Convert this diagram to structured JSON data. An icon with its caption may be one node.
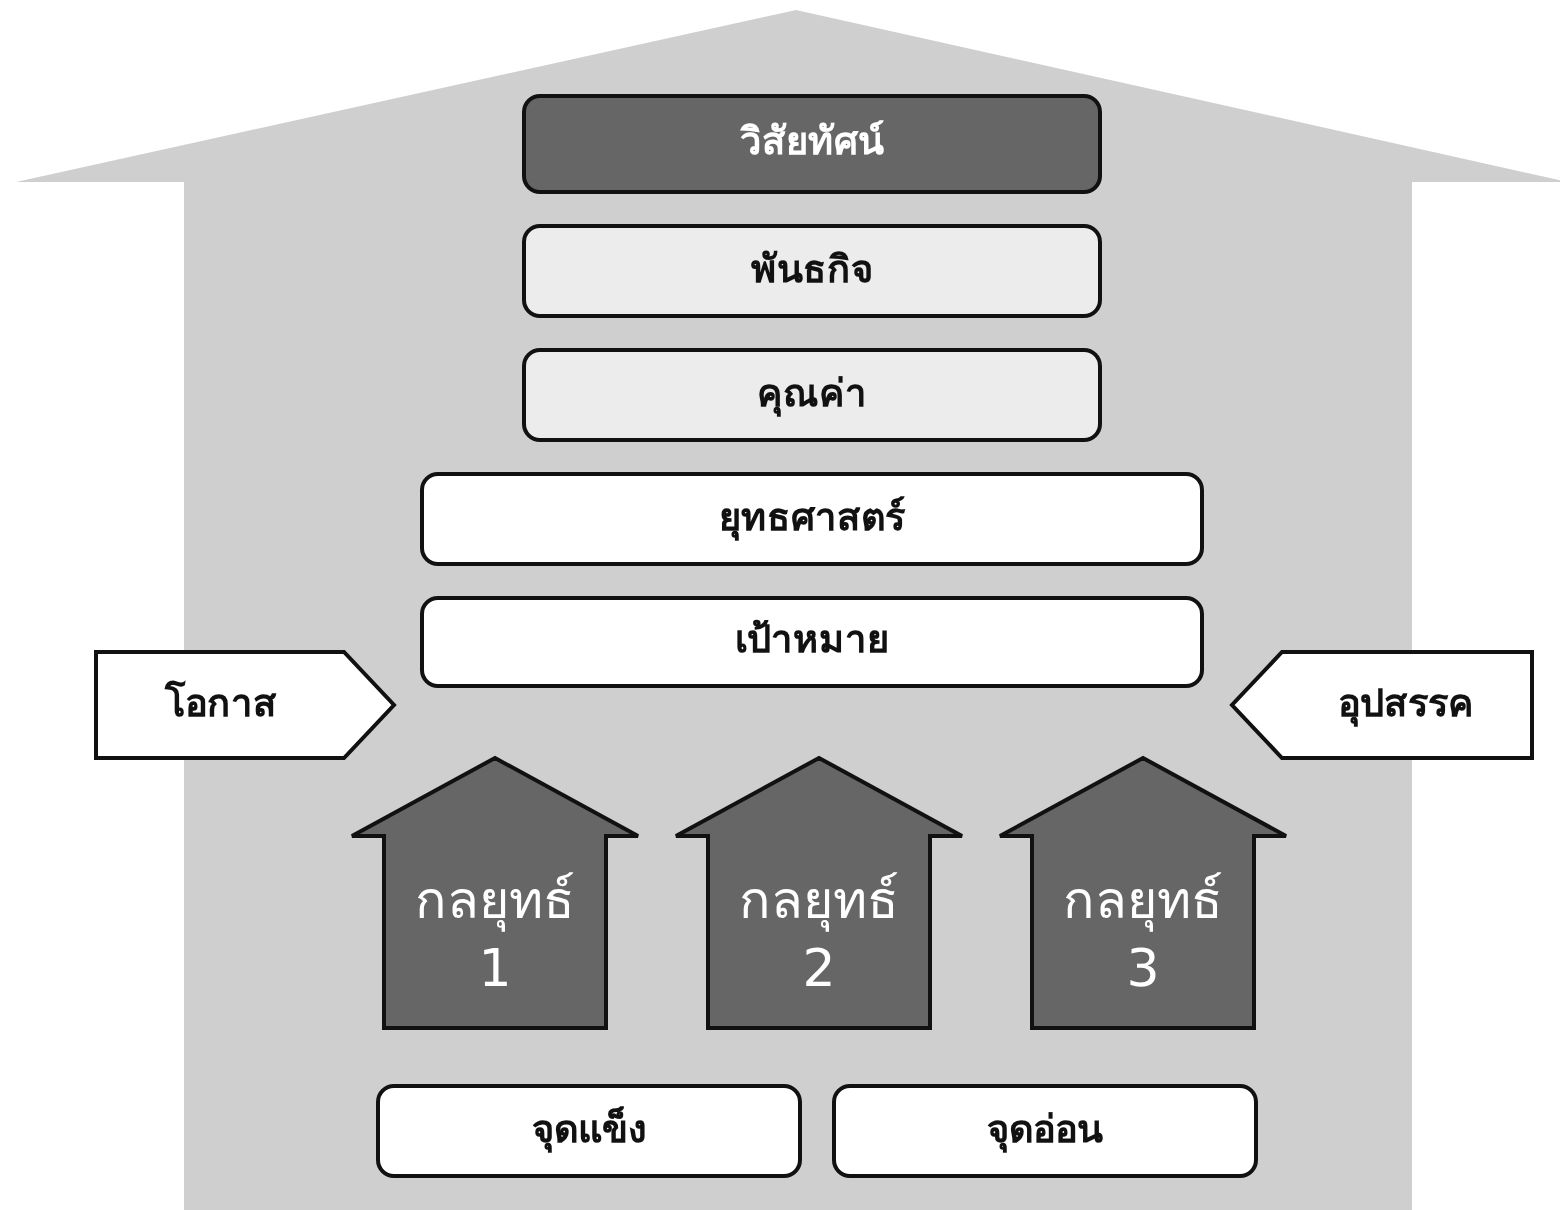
{
  "diagram": {
    "nodes": [
      {
        "text": [
          "วิสัยทัศน์"
        ]
      },
      {
        "text": [
          "พันธกิจ"
        ]
      },
      {
        "text": [
          "คุณค่า"
        ]
      },
      {
        "text": [
          "ยุทธศาสตร์"
        ]
      },
      {
        "text": [
          "เป้าหมาย"
        ]
      },
      {
        "text": [
          "โอกาส"
        ]
      },
      {
        "text": [
          "อุปสรรค"
        ]
      },
      {
        "text": [
          "กลยุทธ์ 1"
        ]
      },
      {
        "text": [
          "กลยุทธ์ 2"
        ]
      },
      {
        "text": [
          "กลยุทธ์ 3"
        ]
      },
      {
        "text": [
          "จุดแข็ง"
        ]
      },
      {
        "text": [
          "จุดอ่อน"
        ]
      }
    ]
  }
}
